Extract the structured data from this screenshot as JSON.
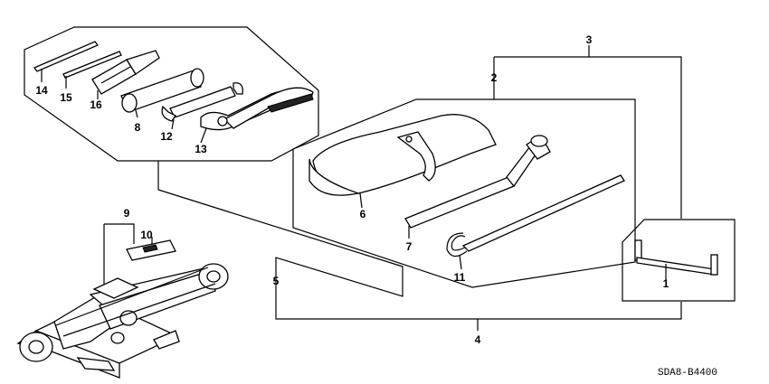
{
  "diagram_code": "SDA8-B4400",
  "callouts": {
    "c1": "1",
    "c2": "2",
    "c3": "3",
    "c4": "4",
    "c5": "5",
    "c6": "6",
    "c7": "7",
    "c8": "8",
    "c9": "9",
    "c10": "10",
    "c11": "11",
    "c12": "12",
    "c13": "13",
    "c14": "14",
    "c15": "15",
    "c16": "16"
  }
}
